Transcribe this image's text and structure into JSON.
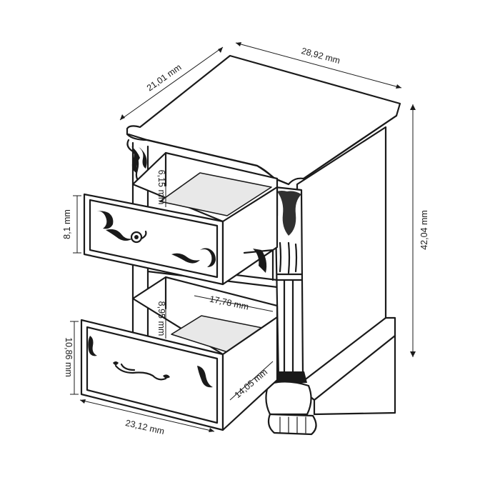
{
  "dimensions": {
    "top_width": "28,92 mm",
    "top_depth": "21,01 mm",
    "height": "42,04 mm",
    "drawer_front_width": "23,12 mm",
    "upper_drawer_height": "8,1 mm",
    "lower_drawer_height": "10,86 mm",
    "upper_drawer_depth": "6,15 mm",
    "lower_drawer_depth": "8,95 mm",
    "inner_width": "17,78 mm",
    "inner_depth": "14,05 mm"
  },
  "colors": {
    "line": "#1a1a1a",
    "background": "#ffffff",
    "drawer_bottom": "#e8e8e8"
  }
}
